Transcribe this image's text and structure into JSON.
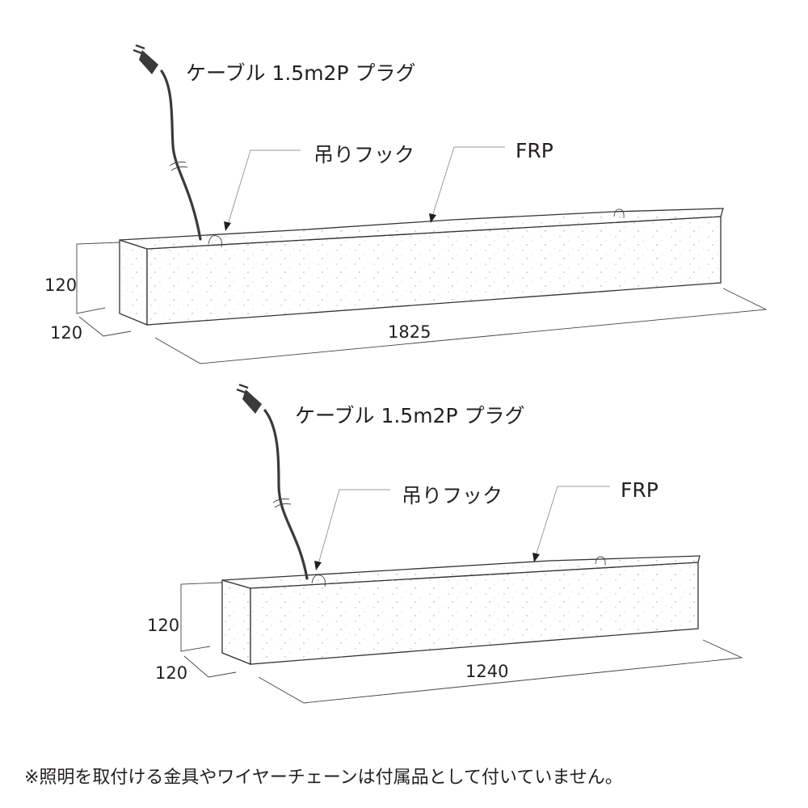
{
  "figures": [
    {
      "cable_label": "ケーブル 1.5m2P プラグ",
      "hook_label": "吊りフック",
      "material_label": "FRP",
      "height": "120",
      "depth": "120",
      "length": "1825"
    },
    {
      "cable_label": "ケーブル 1.5m2P プラグ",
      "hook_label": "吊りフック",
      "material_label": "FRP",
      "height": "120",
      "depth": "120",
      "length": "1240"
    }
  ],
  "footnote": "※照明を取付ける金具やワイヤーチェーンは付属品として付いていません。"
}
